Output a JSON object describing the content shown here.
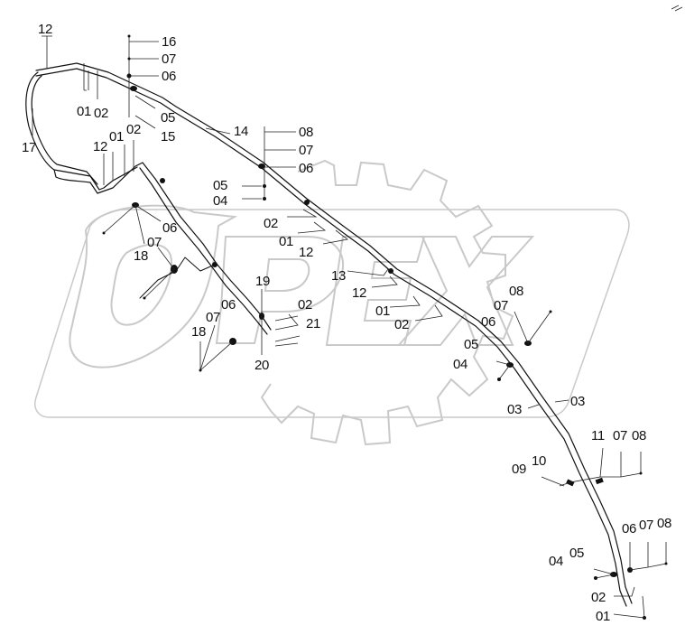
{
  "watermark": {
    "text": "OPEX",
    "color": "#c9c9c9"
  },
  "colors": {
    "line": "#111111",
    "background": "#ffffff"
  },
  "labels": {
    "l12a": "12",
    "l16": "16",
    "l07a": "07",
    "l06a": "06",
    "l01a": "01",
    "l02a": "02",
    "l05a": "05",
    "l15": "15",
    "l17": "17",
    "l14": "14",
    "l12b": "12",
    "l01b": "01",
    "l02b": "02",
    "l08a": "08",
    "l07b": "07",
    "l06b": "06",
    "l05b": "05",
    "l04a": "04",
    "l06c": "06",
    "l07c": "07",
    "l18a": "18",
    "l02c": "02",
    "l01c": "01",
    "l12c": "12",
    "l13": "13",
    "l12d": "12",
    "l19": "19",
    "l02d": "02",
    "l21": "21",
    "l18b": "18",
    "l07d": "07",
    "l06d": "06",
    "l20": "20",
    "l01d": "01",
    "l02e": "02",
    "l08b": "08",
    "l07e": "07",
    "l06e": "06",
    "l05c": "05",
    "l04b": "04",
    "l03a": "03",
    "l03b": "03",
    "l11": "11",
    "l07f": "07",
    "l08c": "08",
    "l09": "09",
    "l10": "10",
    "l06f": "06",
    "l07g": "07",
    "l08d": "08",
    "l04c": "04",
    "l05d": "05",
    "l02f": "02",
    "l01e": "01"
  }
}
